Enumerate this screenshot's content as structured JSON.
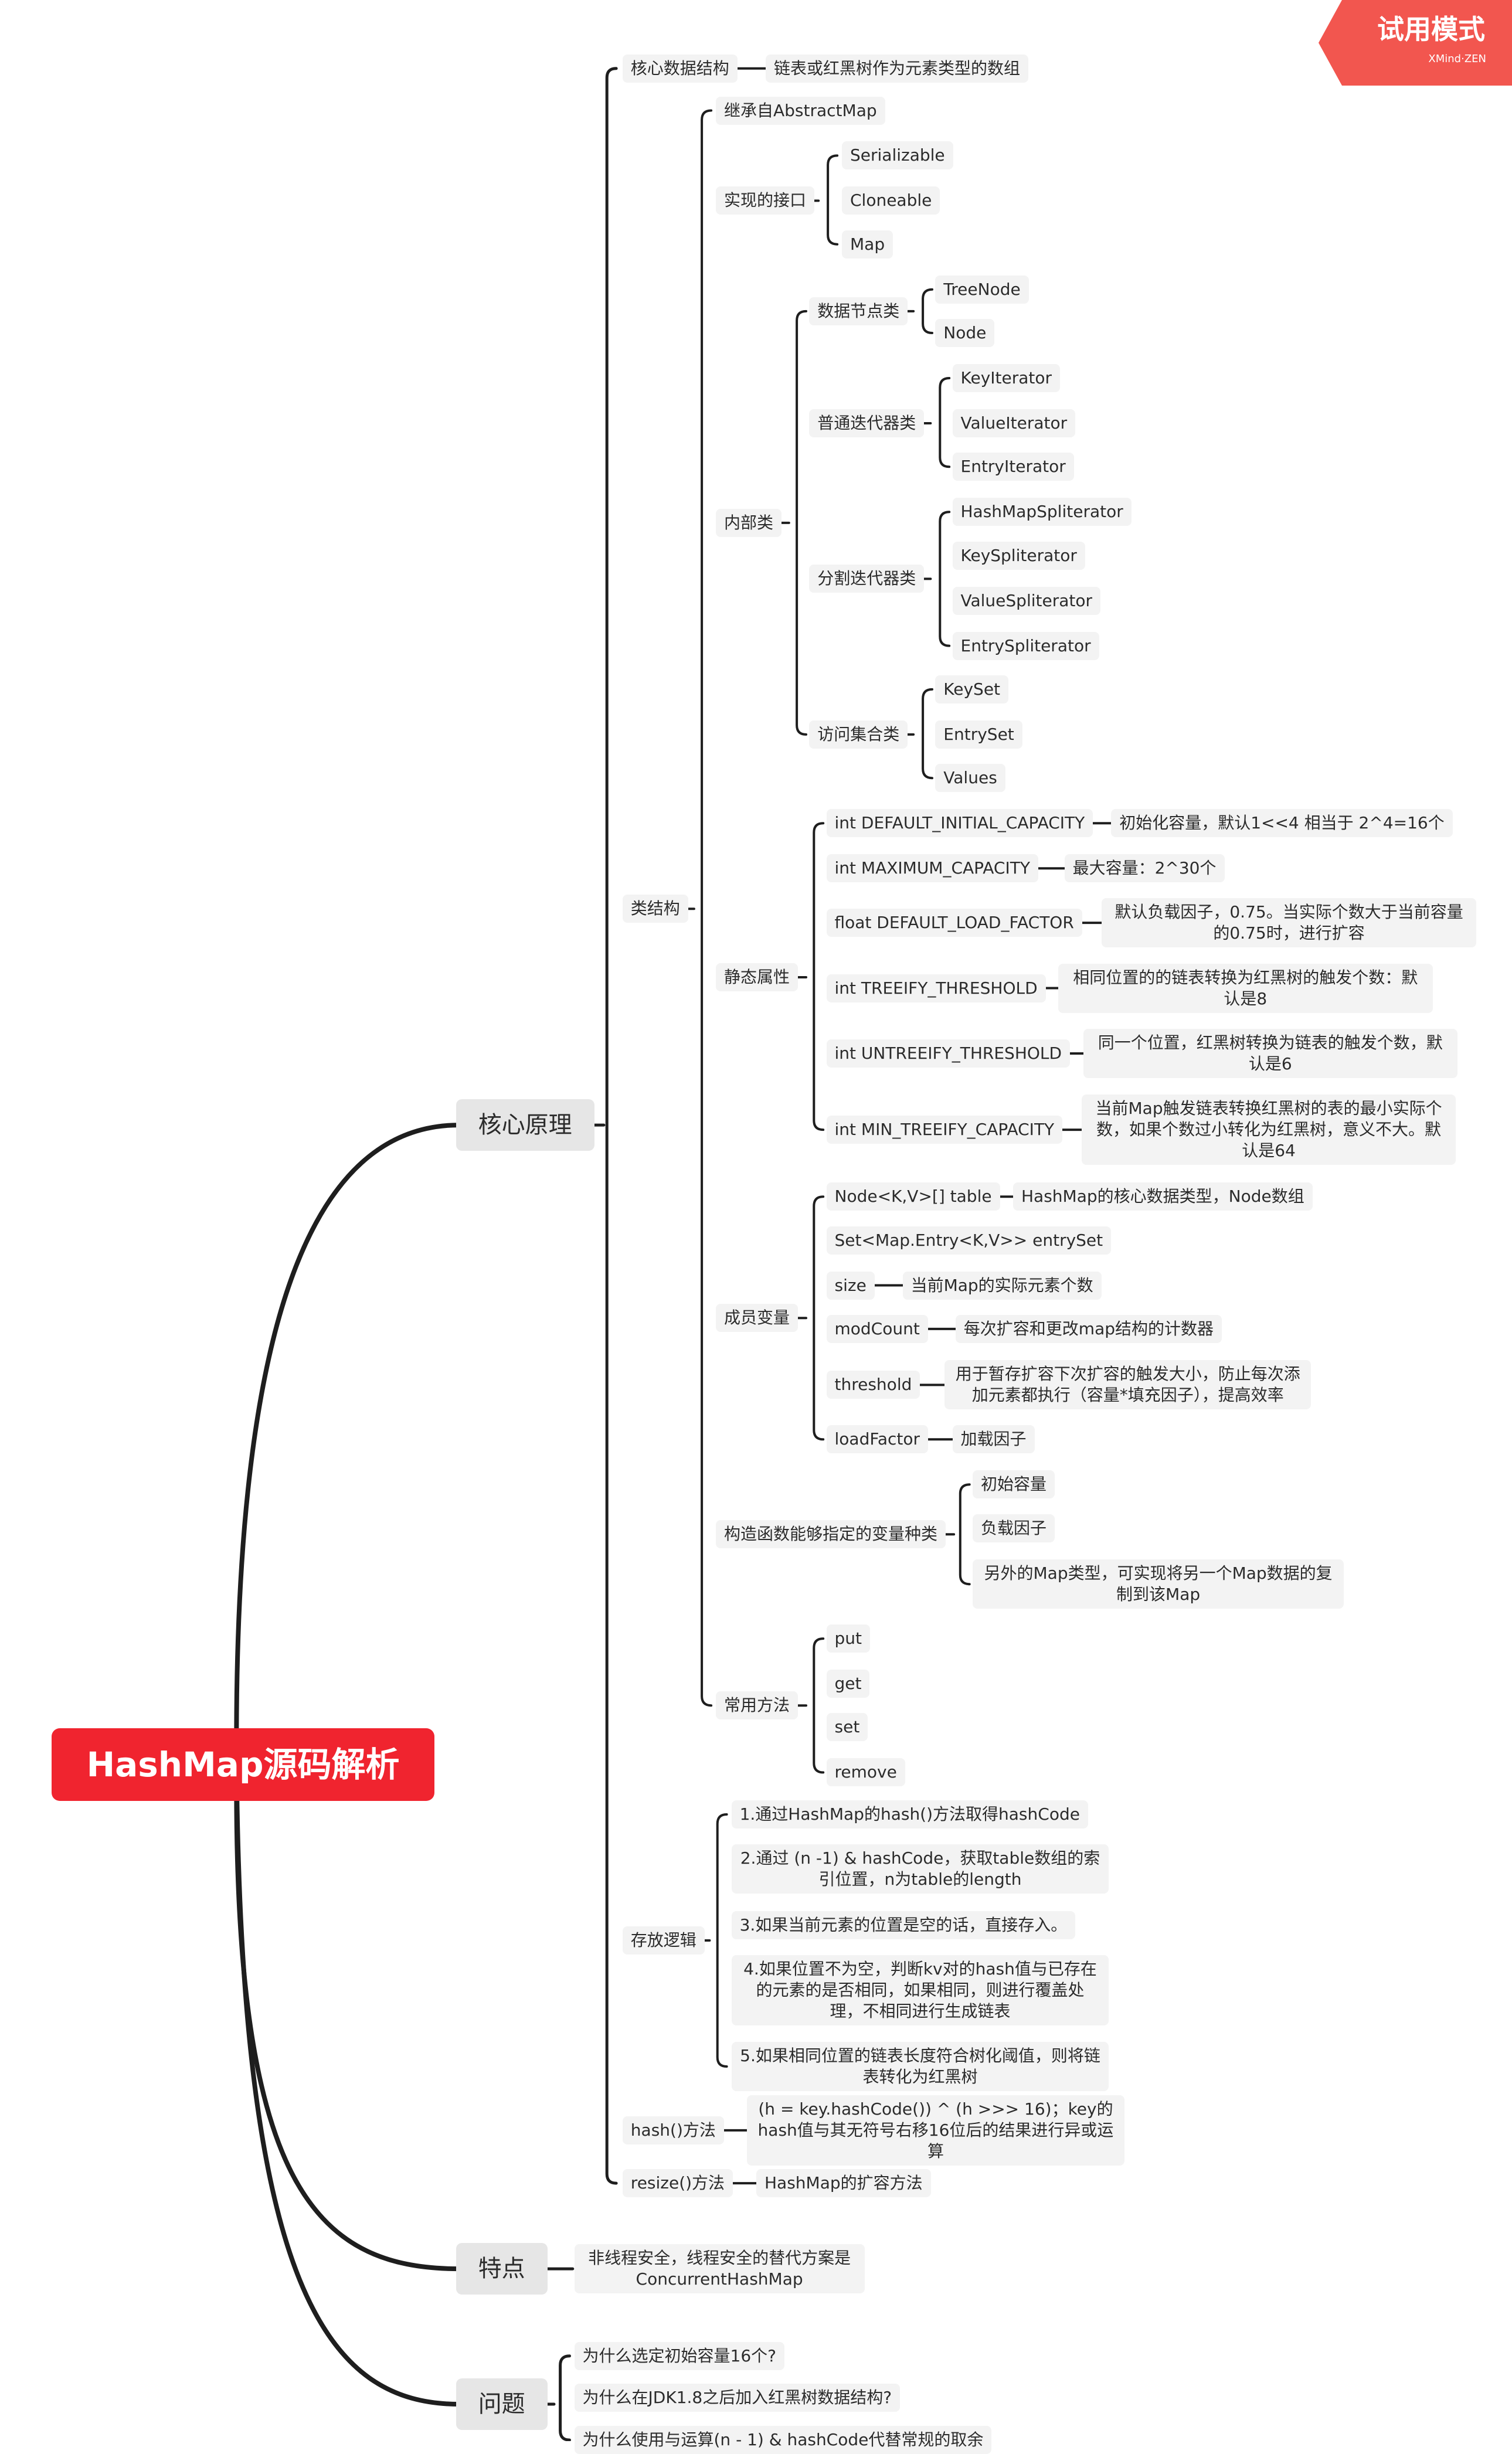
{
  "badge": {
    "title": "试用模式",
    "subtitle": "XMind·ZEN"
  },
  "root": {
    "label": "HashMap源码解析"
  },
  "core": {
    "label": "核心原理",
    "data_structure": {
      "label": "核心数据结构",
      "value": "链表或红黑树作为元素类型的数组"
    },
    "class_structure": {
      "label": "类结构",
      "extends": "继承自AbstractMap",
      "interfaces": {
        "label": "实现的接口",
        "items": [
          "Serializable",
          "Cloneable",
          "Map"
        ]
      },
      "inner_classes": {
        "label": "内部类",
        "node_classes": {
          "label": "数据节点类",
          "items": [
            "TreeNode",
            "Node"
          ]
        },
        "iterators": {
          "label": "普通迭代器类",
          "items": [
            "KeyIterator",
            "ValueIterator",
            "EntryIterator"
          ]
        },
        "spliterators": {
          "label": "分割迭代器类",
          "items": [
            "HashMapSpliterator",
            "KeySpliterator",
            "ValueSpliterator",
            "EntrySpliterator"
          ]
        },
        "collections": {
          "label": "访问集合类",
          "items": [
            "KeySet",
            "EntrySet",
            "Values"
          ]
        }
      },
      "static_fields": {
        "label": "静态属性",
        "items": [
          {
            "name": "int DEFAULT_INITIAL_CAPACITY",
            "desc": "初始化容量，默认1<<4 相当于 2^4=16个"
          },
          {
            "name": "int MAXIMUM_CAPACITY",
            "desc": "最大容量：2^30个"
          },
          {
            "name": "float DEFAULT_LOAD_FACTOR",
            "desc": "默认负载因子，0.75。当实际个数大于当前容量的0.75时，进行扩容"
          },
          {
            "name": "int TREEIFY_THRESHOLD",
            "desc": "相同位置的的链表转换为红黑树的触发个数：默认是8"
          },
          {
            "name": "int UNTREEIFY_THRESHOLD",
            "desc": "同一个位置，红黑树转换为链表的触发个数，默认是6"
          },
          {
            "name": "int MIN_TREEIFY_CAPACITY",
            "desc": "当前Map触发链表转换红黑树的表的最小实际个数，如果个数过小转化为红黑树，意义不大。默认是64"
          }
        ]
      },
      "members": {
        "label": "成员变量",
        "items": [
          {
            "name": "Node<K,V>[] table",
            "desc": "HashMap的核心数据类型，Node数组"
          },
          {
            "name": "Set<Map.Entry<K,V>> entrySet",
            "desc": ""
          },
          {
            "name": "size",
            "desc": "当前Map的实际元素个数"
          },
          {
            "name": "modCount",
            "desc": "每次扩容和更改map结构的计数器"
          },
          {
            "name": "threshold",
            "desc": "用于暂存扩容下次扩容的触发大小，防止每次添加元素都执行（容量*填充因子），提高效率"
          },
          {
            "name": "loadFactor",
            "desc": "加载因子"
          }
        ]
      },
      "constructor_params": {
        "label": "构造函数能够指定的变量种类",
        "items": [
          "初始容量",
          "负载因子",
          "另外的Map类型，可实现将另一个Map数据的复制到该Map"
        ]
      },
      "methods": {
        "label": "常用方法",
        "items": [
          "put",
          "get",
          "set",
          "remove"
        ]
      }
    },
    "store_logic": {
      "label": "存放逻辑",
      "items": [
        "1.通过HashMap的hash()方法取得hashCode",
        "2.通过 (n -1) & hashCode，获取table数组的索引位置，n为table的length",
        "3.如果当前元素的位置是空的话，直接存入。",
        "4.如果位置不为空，判断kv对的hash值与已存在的元素的是否相同，如果相同，则进行覆盖处理，不相同进行生成链表",
        "5.如果相同位置的链表长度符合树化阈值，则将链表转化为红黑树"
      ]
    },
    "hash_method": {
      "label": "hash()方法",
      "desc": "(h = key.hashCode()) ^ (h >>> 16)；key的hash值与其无符号右移16位后的结果进行异或运算"
    },
    "resize_method": {
      "label": "resize()方法",
      "desc": "HashMap的扩容方法"
    }
  },
  "features": {
    "label": "特点",
    "desc": "非线程安全，线程安全的替代方案是ConcurrentHashMap"
  },
  "questions": {
    "label": "问题",
    "items": [
      "为什么选定初始容量16个?",
      "为什么在JDK1.8之后加入红黑树数据结构?",
      "为什么使用与运算(n - 1) & hashCode代替常规的取余"
    ]
  }
}
